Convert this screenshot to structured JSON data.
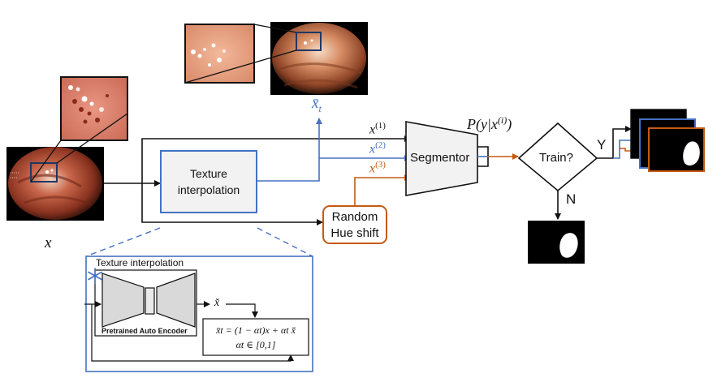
{
  "colors": {
    "blue": "#4472c4",
    "orange": "#c55a11",
    "black": "#111111",
    "box_fill": "#f2f2f2"
  },
  "labels": {
    "x_input": "x",
    "x_bar_t": "x̄",
    "x_bar_t_sub": "t",
    "x1": "x",
    "x1_sup": "(1)",
    "x2": "x",
    "x2_sup": "(2)",
    "x3": "x",
    "x3_sup": "(3)",
    "probability": "P(y|x",
    "probability_sup": "(i)",
    "probability_close": ")",
    "yes": "Y",
    "no": "N",
    "x_check": "x̌"
  },
  "blocks": {
    "texture_interpolation_line1": "Texture",
    "texture_interpolation_line2": "interpolation",
    "random_hue_line1": "Random",
    "random_hue_line2": "Hue shift",
    "segmentor": "Segmentor",
    "train_decision": "Train?",
    "detail_title": "Texture interpolation",
    "autoencoder_label": "Pretrained Auto Encoder",
    "formula_line1": "x̄t = (1 − αt)x + αt x̌",
    "formula_line2": "αt ∈ [0,1]"
  },
  "icons": {
    "frozen": "snowflake-icon"
  }
}
